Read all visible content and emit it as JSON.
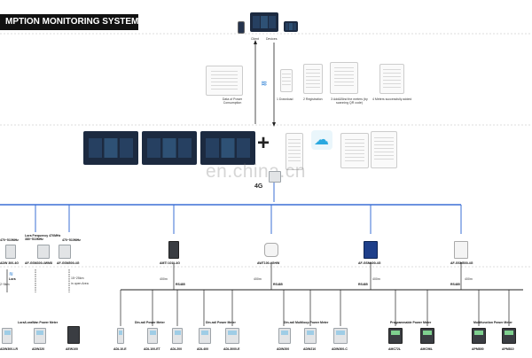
{
  "title": "MPTION MONITORING SYSTEM",
  "top": {
    "devices_labels": [
      "Client",
      "Devices"
    ],
    "data_label": "Data of Power Consumption",
    "steps": [
      "1 Download",
      "2 Registration",
      "3 Add&Bind the meters (by scanning QR code)",
      "4 Meters successfully added"
    ]
  },
  "platform": {
    "plus": "+",
    "network": "4G",
    "watermark": "en.china.cn"
  },
  "gateways": [
    {
      "freq": "470~510MHz",
      "model": "ADW 300-4G"
    },
    {
      "freq": "Lora Frequency 470MHz 380~510MHz",
      "model": "AF-GSM300-4WM8"
    },
    {
      "freq": "470~510MHz",
      "model": "AF-GSM500-4G"
    },
    {
      "freq": "",
      "model": "AMTI 1011-4G"
    },
    {
      "freq": "",
      "model": "AWT100-4GHW"
    },
    {
      "freq": "",
      "model": "AF-GSM400-4G"
    },
    {
      "freq": "",
      "model": "AF-GSM500-4G"
    }
  ],
  "links": {
    "lora": "Lora",
    "dist_a": "2~5km",
    "dist_b": "15~25km",
    "area_open": "in open Area",
    "dist_c": "400m",
    "rs485": "RS485"
  },
  "groups": [
    "Lora/LoraWan Power Meter",
    "Din-rail Power Meter",
    "Din-rail Power Meter",
    "Din-rail Multiloop Power Meter",
    "Programmable Power Meter",
    "Multifunction Power Meter"
  ],
  "meters": [
    "ADW300-LR",
    "ADW220",
    "AEW100",
    "ADL10-E",
    "ADL100-ET",
    "ADL200",
    "ADL400",
    "ADL3000-E",
    "ADW200",
    "ADW210",
    "ADW300-C",
    "AMC72L",
    "AMC96L",
    "APM800",
    "APM810"
  ],
  "colors": {
    "blue_line": "#3b6fd6",
    "dark_line": "#2b2b2b",
    "cloud": "#29a8df"
  }
}
